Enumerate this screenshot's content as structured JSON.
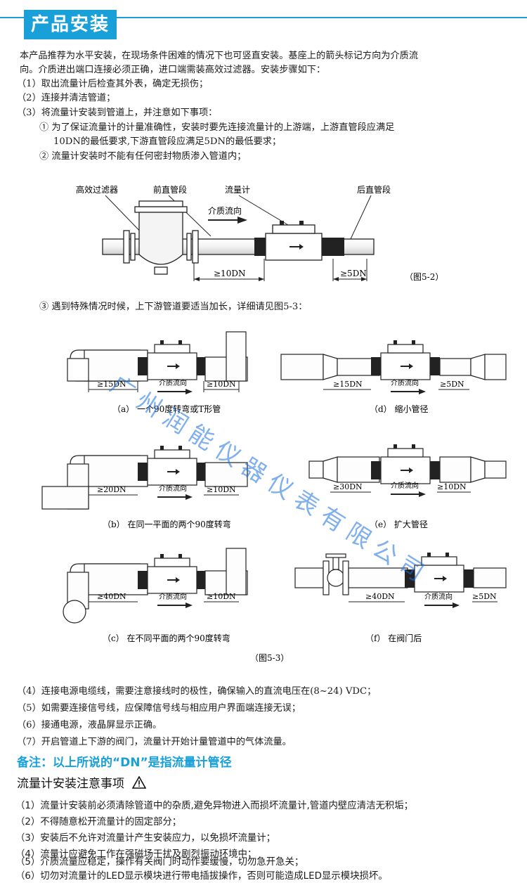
{
  "header": {
    "title": "产品安装"
  },
  "intro": {
    "line1": "本产品推荐为水平安装，在现场条件困难的情况下也可竖直安装。基座上的箭头标记方向为介质流",
    "line2": "向。介质进出端口连接必须正确，进口端需装高效过滤器。安装步骤如下："
  },
  "steps": {
    "s1": "（1）取出流量计后检查其外表，确定无损伤；",
    "s2": "（2）连接并清洁管道；",
    "s3": "（3）将流量计安装到管道上，并注意如下事项：",
    "s3_1a": "① 为了保证流量计的计量准确性，安装时要先连接流量计的上游端，上游直管段应满足",
    "s3_1b": "10DN的最低要求,下游直管段应满足5DN的最低要求；",
    "s3_2": "② 流量计安装时不能有任何密封物质渗入管道内；",
    "s3_3": "③ 遇到特殊情况时候，上下游管道要适当加长，详细请见图5-3：",
    "s4": "（4）连接电源电缆线，需要注意接线时的极性，确保输入的直流电压在(8~24) VDC；",
    "s5": "（5）如需要连接信号线，应保障信号线与相应用户界面端连接无误；",
    "s6": "（6）接通电源，液晶屏显示正确。",
    "s7": "（7）开启管道上下游的阀门，流量计开始计量管道中的气体流量。"
  },
  "fig52": {
    "label_filter": "高效过滤器",
    "label_front": "前直管段",
    "label_meter": "流量计",
    "label_back": "后直管段",
    "label_flow": "介质流向",
    "dim_up": "≥10DN",
    "dim_down": "≥5DN",
    "caption": "（图5-2）"
  },
  "fig53": {
    "caption": "（图5-3）",
    "flow": "介质流向",
    "a": {
      "caption": "（a）  一个90度转弯或T形管",
      "up": "≥15DN",
      "down": "≥10DN"
    },
    "b": {
      "caption": "（b）  在同一平面的两个90度转弯",
      "up": "≥20DN",
      "down": "≥10DN"
    },
    "c": {
      "caption": "（c）  在不同平面的两个90度转弯",
      "up": "≥40DN",
      "down": "≥10DN"
    },
    "d": {
      "caption": "（d）  缩小管径",
      "up": "≥15DN",
      "down": "≥5DN"
    },
    "e": {
      "caption": "（e）  扩大管径",
      "up": "≥30DN",
      "down": "≥10DN"
    },
    "f": {
      "caption": "（f）  在阀门后",
      "up": "≥40DN",
      "down": "≥5DN"
    }
  },
  "watermark": "广州润能仪器仪表有限公司",
  "note": "备注：以上所说的“DN”是指流量计管径",
  "precautions": {
    "title": "流量计安装注意事项",
    "items": [
      "（1）流量计安装前必须清除管道中的杂质,避免异物进入而损坏流量计,管道内壁应清洁无积垢；",
      "（2）不得随意松开流量计的固定部分；",
      "（3）安装后不允许对流量计产生安装应力，以免损坏流量计；",
      "（4）流量计应避免工作在强磁场干扰及剧烈振动环境中；",
      "（5）介质流量应稳定，操作有关阀门时动作要缓慢，切勿急开急关；",
      "（6）切勿对流量计的LED显示模块进行带电插拔操作，否则可能造成LED显示模块损坏。"
    ]
  },
  "colors": {
    "accent": "#1aa0d8",
    "watermark": "#1a6fe0"
  },
  "icons": {
    "warning": "warning-triangle-icon"
  }
}
